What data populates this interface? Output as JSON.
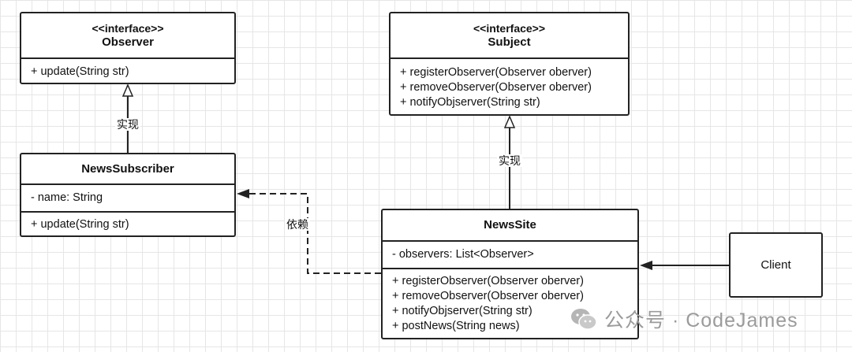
{
  "observer": {
    "stereotype": "<<interface>>",
    "name": "Observer",
    "methods": [
      "+ update(String str)"
    ]
  },
  "subject": {
    "stereotype": "<<interface>>",
    "name": "Subject",
    "methods": [
      "+ registerObserver(Observer oberver)",
      "+ removeObserver(Observer oberver)",
      "+ notifyObjserver(String str)"
    ]
  },
  "news_subscriber": {
    "name": "NewsSubscriber",
    "attributes": [
      "- name: String"
    ],
    "methods": [
      "+ update(String str)"
    ]
  },
  "news_site": {
    "name": "NewsSite",
    "attributes": [
      "- observers: List<Observer>"
    ],
    "methods": [
      "+ registerObserver(Observer oberver)",
      "+ removeObserver(Observer oberver)",
      "+ notifyObjserver(String str)",
      "+ postNews(String news)"
    ]
  },
  "client": {
    "name": "Client"
  },
  "relations": {
    "subscriber_realizes_observer": "实现",
    "site_realizes_subject": "实现",
    "site_depends_on_subscriber": "依赖"
  },
  "watermark": {
    "text": "公众号 · CodeJames"
  }
}
